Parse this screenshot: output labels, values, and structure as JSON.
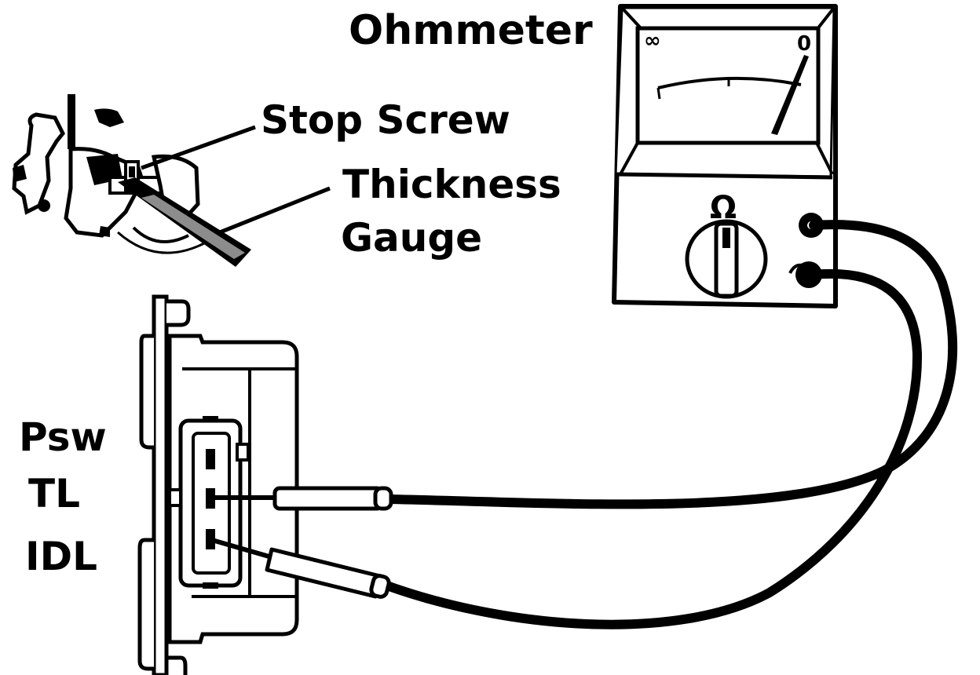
{
  "labels": {
    "ohmmeter": "Ohmmeter",
    "stop_screw": "Stop Screw",
    "thickness_gauge_line1": "Thickness",
    "thickness_gauge_line2": "Gauge",
    "psw": "Psw",
    "tl": "TL",
    "idl": "IDL"
  },
  "meter": {
    "scale_infinity": "∞",
    "scale_zero": "0",
    "range_symbol": "Ω"
  },
  "colors": {
    "ink": "#000000",
    "paper": "#ffffff"
  }
}
